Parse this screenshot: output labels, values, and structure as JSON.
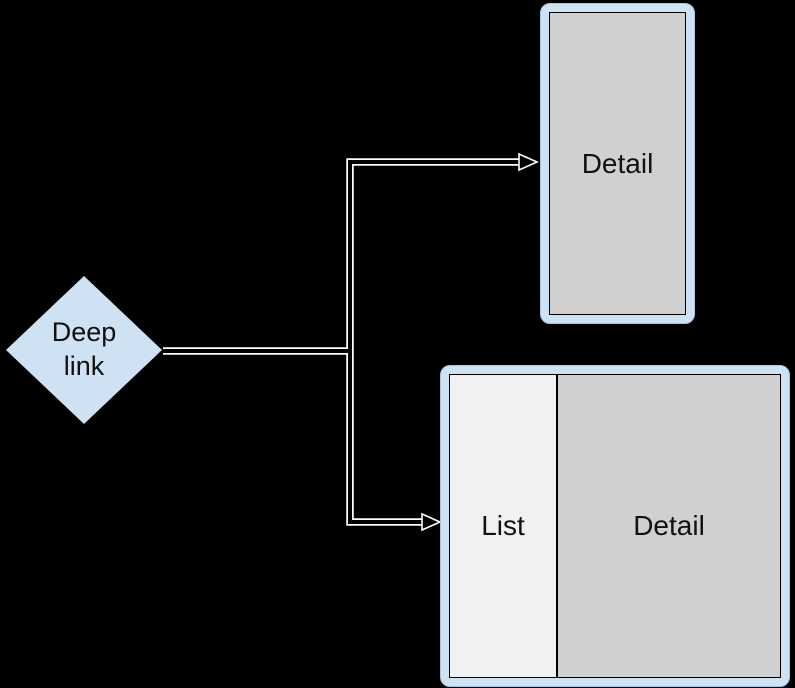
{
  "colors": {
    "background": "#000000",
    "node_fill": "#cfe2f3",
    "node_border": "#a9c4dd",
    "panel_gray": "#d0d0d0",
    "panel_light": "#f1f1f1",
    "panel_border": "#000000",
    "text": "#111111",
    "connector_casing": "#ffffff",
    "connector_core": "#000000"
  },
  "nodes": {
    "deep_link": {
      "label": "Deep link"
    },
    "detail_only": {
      "label": "Detail"
    },
    "list_detail": {
      "list_label": "List",
      "detail_label": "Detail"
    }
  }
}
